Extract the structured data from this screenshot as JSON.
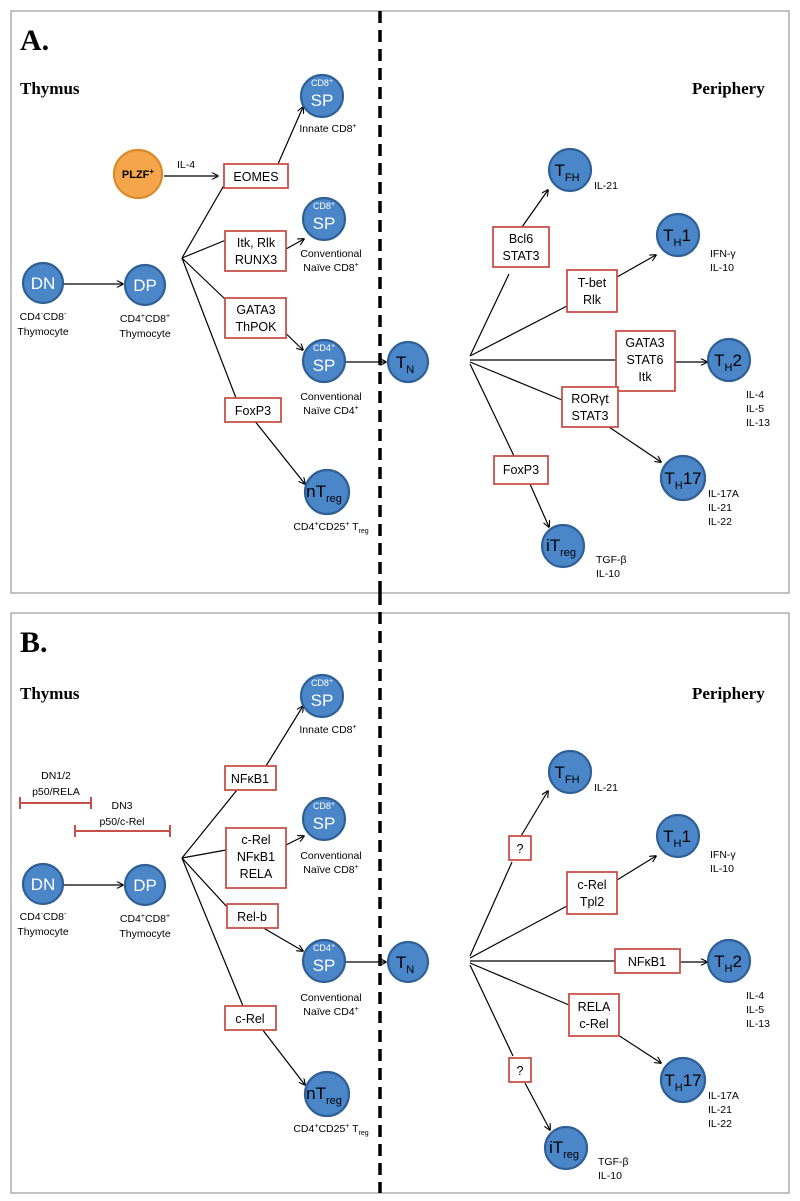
{
  "panels": [
    {
      "letter": "A.",
      "thymus_label": "Thymus",
      "periphery_label": "Periphery",
      "plzf": {
        "text": "PLZF",
        "sup": "+",
        "cytokine": "IL-4"
      },
      "cells": {
        "dn": {
          "text": "DN",
          "label1": "CD4",
          "label1_sup": "-",
          "label1b": "CD8",
          "label1b_sup": "-",
          "label2": "Thymocyte"
        },
        "dp": {
          "text": "DP",
          "label1": "CD4",
          "label1_sup": "+",
          "label1b": "CD8",
          "label1b_sup": "+",
          "label2": "Thymocyte"
        },
        "sp_innate": {
          "top": "CD8",
          "top_sup": "+",
          "main": "SP",
          "label1": "Innate CD8",
          "label1_sup": "+"
        },
        "sp_cd8": {
          "top": "CD8",
          "top_sup": "+",
          "main": "SP",
          "label1": "Conventional",
          "label2": "Naïve CD8",
          "label2_sup": "+"
        },
        "sp_cd4": {
          "top": "CD4",
          "top_sup": "+",
          "main": "SP",
          "label1": "Conventional",
          "label2": "Naïve CD4",
          "label2_sup": "+"
        },
        "ntreg": {
          "main": "nT",
          "sub": "reg",
          "label_a": "CD4",
          "label_a_sup": "+",
          "label_b": "CD25",
          "label_b_sup": "+",
          "label_c": " T",
          "label_c_sub": "reg"
        },
        "tn": {
          "main": "T",
          "sub": "N"
        },
        "tfh": {
          "main": "T",
          "sub": "FH",
          "cytokines": [
            "IL-21"
          ]
        },
        "th1": {
          "main": "T",
          "sub": "H",
          "suffix": "1",
          "cytokines": [
            "IFN-γ",
            "IL-10"
          ]
        },
        "th2": {
          "main": "T",
          "sub": "H",
          "suffix": "2",
          "cytokines": [
            "IL-4",
            "IL-5",
            "IL-13"
          ]
        },
        "th17": {
          "main": "T",
          "sub": "H",
          "suffix": "17",
          "cytokines": [
            "IL-17A",
            "IL-21",
            "IL-22"
          ]
        },
        "itreg": {
          "main": "iT",
          "sub": "reg",
          "cytokines": [
            "TGF-β",
            "IL-10"
          ]
        }
      },
      "factors": {
        "innate": [
          "EOMES"
        ],
        "cd8": [
          "Itk, Rlk",
          "RUNX3"
        ],
        "cd4": [
          "GATA3",
          "ThPOK"
        ],
        "treg": [
          "FoxP3"
        ],
        "tfh": [
          "Bcl6",
          "STAT3"
        ],
        "th1": [
          "T-bet",
          "Rlk"
        ],
        "th2": [
          "GATA3",
          "STAT6",
          "Itk"
        ],
        "th17": [
          "RORγt",
          "STAT3"
        ],
        "itreg": [
          "FoxP3"
        ]
      }
    },
    {
      "letter": "B.",
      "thymus_label": "Thymus",
      "periphery_label": "Periphery",
      "inhibitors": [
        {
          "line1": "DN1/2",
          "line2": "p50/RELA"
        },
        {
          "line1": "DN3",
          "line2": "p50/c-Rel"
        }
      ],
      "cells": {
        "dn": {
          "text": "DN",
          "label1": "CD4",
          "label1_sup": "-",
          "label1b": "CD8",
          "label1b_sup": "-",
          "label2": "Thymocyte"
        },
        "dp": {
          "text": "DP",
          "label1": "CD4",
          "label1_sup": "+",
          "label1b": "CD8",
          "label1b_sup": "+",
          "label2": "Thymocyte"
        },
        "sp_innate": {
          "top": "CD8",
          "top_sup": "+",
          "main": "SP",
          "label1": "Innate CD8",
          "label1_sup": "+"
        },
        "sp_cd8": {
          "top": "CD8",
          "top_sup": "+",
          "main": "SP",
          "label1": "Conventional",
          "label2": "Naïve CD8",
          "label2_sup": "+"
        },
        "sp_cd4": {
          "top": "CD4",
          "top_sup": "+",
          "main": "SP",
          "label1": "Conventional",
          "label2": "Naïve CD4",
          "label2_sup": "+"
        },
        "ntreg": {
          "main": "nT",
          "sub": "reg",
          "label_a": "CD4",
          "label_a_sup": "+",
          "label_b": "CD25",
          "label_b_sup": "+",
          "label_c": " T",
          "label_c_sub": "reg"
        },
        "tn": {
          "main": "T",
          "sub": "N"
        },
        "tfh": {
          "main": "T",
          "sub": "FH",
          "cytokines": [
            "IL-21"
          ]
        },
        "th1": {
          "main": "T",
          "sub": "H",
          "suffix": "1",
          "cytokines": [
            "IFN-γ",
            "IL-10"
          ]
        },
        "th2": {
          "main": "T",
          "sub": "H",
          "suffix": "2",
          "cytokines": [
            "IL-4",
            "IL-5",
            "IL-13"
          ]
        },
        "th17": {
          "main": "T",
          "sub": "H",
          "suffix": "17",
          "cytokines": [
            "IL-17A",
            "IL-21",
            "IL-22"
          ]
        },
        "itreg": {
          "main": "iT",
          "sub": "reg",
          "cytokines": [
            "TGF-β",
            "IL-10"
          ]
        }
      },
      "factors": {
        "innate": [
          "NFκB1"
        ],
        "cd8": [
          "c-Rel",
          "NFκB1",
          "RELA"
        ],
        "cd4": [
          "Rel-b"
        ],
        "treg": [
          "c-Rel"
        ],
        "tfh": [
          "?"
        ],
        "th1": [
          "c-Rel",
          "Tpl2"
        ],
        "th2": [
          "NFκB1"
        ],
        "th17": [
          "RELA",
          "c-Rel"
        ],
        "itreg": [
          "?"
        ]
      }
    }
  ]
}
